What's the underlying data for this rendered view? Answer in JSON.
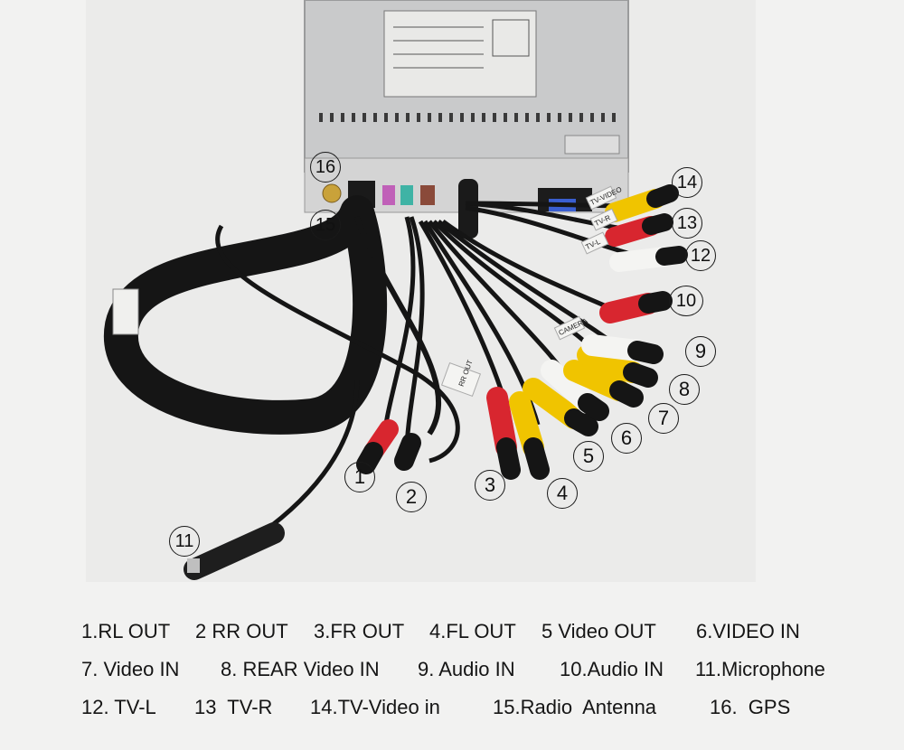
{
  "callouts": [
    "1",
    "2",
    "3",
    "4",
    "5",
    "6",
    "7",
    "8",
    "9",
    "10",
    "11",
    "12",
    "13",
    "14",
    "15",
    "16"
  ],
  "legend": {
    "row1": [
      "1.RL OUT",
      "2 RR OUT",
      "3.FR OUT",
      "4.FL OUT",
      "5 Video OUT",
      "6.VIDEO IN"
    ],
    "row2": [
      "7. Video IN",
      "8. REAR Video IN",
      "9. Audio IN",
      "10.Audio IN",
      "11.Microphone"
    ],
    "row3": [
      "12. TV-L",
      "13  TV-R",
      "14.TV-Video in",
      "15.Radio  Antenna",
      "16.  GPS"
    ]
  },
  "cable_tags": [
    "RR OUT",
    "TV-L",
    "TV-R",
    "TV-VIDEO",
    "CAMERA"
  ],
  "colors": {
    "rca_red": "#d8262f",
    "rca_yellow": "#f0c400",
    "rca_white": "#f4f4f2",
    "cable_black": "#141414",
    "unit_silver": "#c9cacb"
  }
}
